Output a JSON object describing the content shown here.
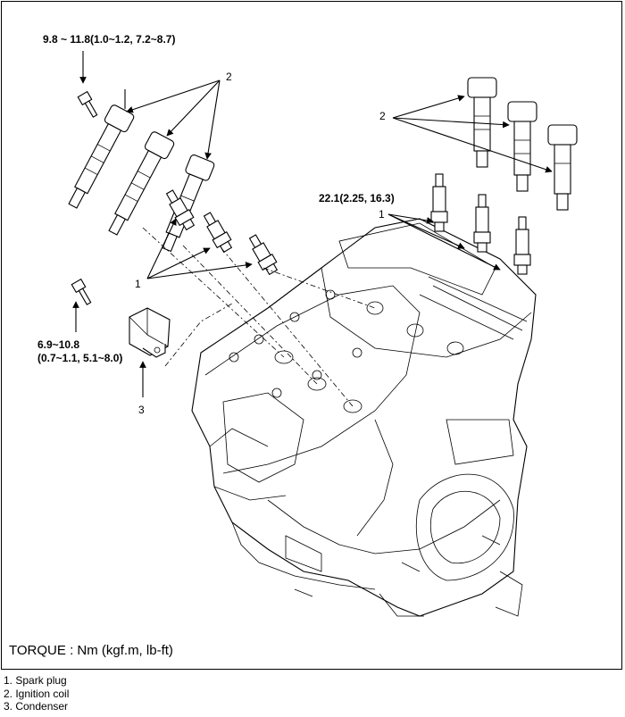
{
  "torque_values": {
    "coil_bolt": "9.8 ~ 11.8(1.0~1.2, 7.2~8.7)",
    "spark_plug": "22.1(2.25, 16.3)",
    "condenser_bolt_line1": "6.9~10.8",
    "condenser_bolt_line2": "(0.7~1.1, 5.1~8.0)"
  },
  "callouts": {
    "coil_left": "2",
    "coil_right": "2",
    "plug_left": "1",
    "plug_right": "1",
    "condenser": "3"
  },
  "torque_unit": "TORQUE : Nm (kgf.m, lb-ft)",
  "legend": [
    "1.  Spark plug",
    "2.  Ignition coil",
    "3.  Condenser"
  ]
}
